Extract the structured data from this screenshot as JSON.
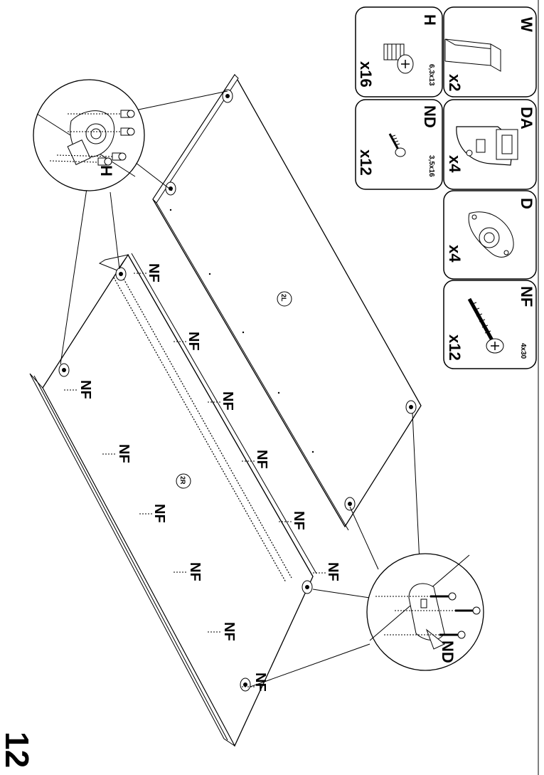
{
  "step_number": "12",
  "panels": {
    "left_panel": "2L",
    "right_panel": "2R"
  },
  "screw_label": "NF",
  "callouts": {
    "top_hinge": "H",
    "bottom_bracket": "ND"
  },
  "parts": [
    {
      "code": "W",
      "qty": "x2",
      "size": "",
      "icon": "wooden-dowel-icon"
    },
    {
      "code": "H",
      "qty": "x16",
      "size": "6,3x13",
      "icon": "euro-screw-icon"
    },
    {
      "code": "DA",
      "qty": "x4",
      "size": "",
      "icon": "angle-bracket-icon"
    },
    {
      "code": "ND",
      "qty": "x12",
      "size": "3,5x16",
      "icon": "wood-screw-icon"
    },
    {
      "code": "D",
      "qty": "x4",
      "size": "",
      "icon": "mounting-plate-icon"
    },
    {
      "code": "NF",
      "qty": "x12",
      "size": "4x30",
      "icon": "long-screw-icon"
    }
  ],
  "colors": {
    "line": "#000000",
    "background": "#ffffff",
    "panel_fill": "#ffffff"
  }
}
